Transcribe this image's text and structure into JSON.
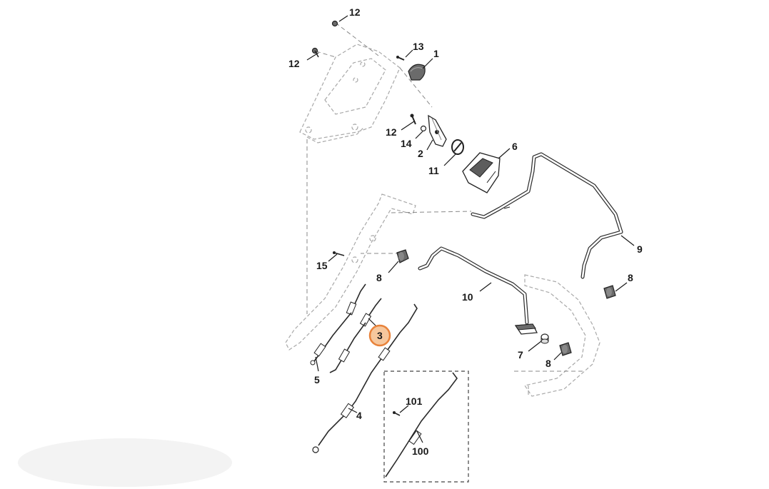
{
  "diagram": {
    "highlight_color": "#e8823a",
    "highlighted_callout": "3",
    "callouts": [
      {
        "id": "c12a",
        "text": "12"
      },
      {
        "id": "c12b",
        "text": "12"
      },
      {
        "id": "c12c",
        "text": "12"
      },
      {
        "id": "c13",
        "text": "13"
      },
      {
        "id": "c1",
        "text": "1"
      },
      {
        "id": "c14",
        "text": "14"
      },
      {
        "id": "c2",
        "text": "2"
      },
      {
        "id": "c6",
        "text": "6"
      },
      {
        "id": "c11",
        "text": "11"
      },
      {
        "id": "c9",
        "text": "9"
      },
      {
        "id": "c15",
        "text": "15"
      },
      {
        "id": "c8a",
        "text": "8"
      },
      {
        "id": "c8b",
        "text": "8"
      },
      {
        "id": "c8c",
        "text": "8"
      },
      {
        "id": "c10",
        "text": "10"
      },
      {
        "id": "c3",
        "text": "3"
      },
      {
        "id": "c7",
        "text": "7"
      },
      {
        "id": "c5",
        "text": "5"
      },
      {
        "id": "c4",
        "text": "4"
      },
      {
        "id": "c101",
        "text": "101"
      },
      {
        "id": "c100",
        "text": "100"
      }
    ]
  }
}
